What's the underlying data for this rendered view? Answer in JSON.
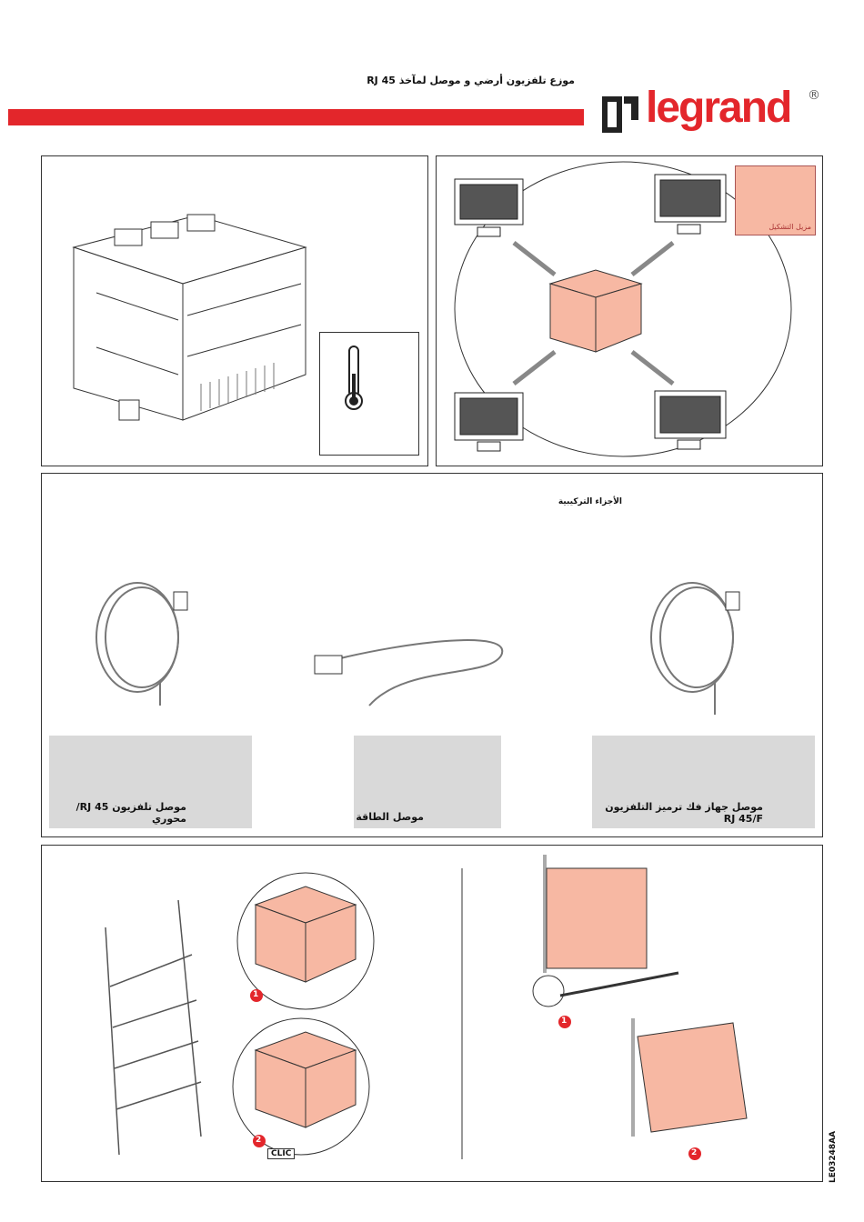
{
  "header": {
    "title": "موزع تلفزيون أرضي و موصل لمآخذ RJ 45",
    "brand": "legrand",
    "brand_mark": "®"
  },
  "colors": {
    "accent": "#e3262b",
    "device": "#f7b8a3",
    "panel_bg": "#d9d9d9"
  },
  "overview": {
    "config_label": "مزيل التشكيل"
  },
  "parts": {
    "heading": "الأجزاء التركيبية",
    "items": [
      {
        "label": "موصل تلفزيون RJ 45/محوري"
      },
      {
        "label": "موصل الطاقة"
      },
      {
        "label": "موصل جهاز فك ترميز التلفزيون RJ 45/F"
      }
    ]
  },
  "mounting": {
    "step1": "1",
    "step2": "2",
    "clic": "CLIC",
    "removal_step1": "1",
    "removal_step2": "2"
  },
  "doc_code": "LE03248AA"
}
